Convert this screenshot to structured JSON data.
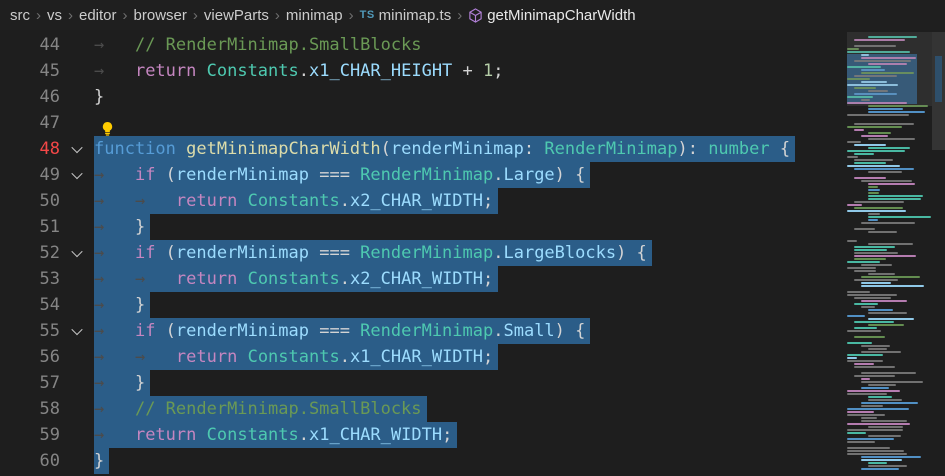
{
  "breadcrumb": {
    "separator": "›",
    "items": [
      {
        "label": "src",
        "icon": null
      },
      {
        "label": "vs",
        "icon": null
      },
      {
        "label": "editor",
        "icon": null
      },
      {
        "label": "browser",
        "icon": null
      },
      {
        "label": "viewParts",
        "icon": null
      },
      {
        "label": "minimap",
        "icon": null
      },
      {
        "label": "minimap.ts",
        "icon": "ts-file-icon"
      },
      {
        "label": "getMinimapCharWidth",
        "icon": "symbol-method-icon"
      }
    ]
  },
  "colors": {
    "background": "#1e1e1e",
    "selection": "#2b5d88",
    "line_number": "#858585",
    "line_number_active": "#f44747",
    "ts_icon": "#519aba",
    "method_icon": "#b180d7",
    "lightbulb": "#ffcc00",
    "syntax": {
      "ws": "#4b4b4b",
      "cm": "#6a9955",
      "kw": "#569cd6",
      "ctrl": "#c586c0",
      "fn": "#dcdcaa",
      "var": "#9cdcfe",
      "type": "#4ec9b0",
      "prop": "#9cdcfe",
      "num": "#b5cea8",
      "pun": "#d4d4d4"
    }
  },
  "editor": {
    "lines": [
      {
        "num": 44,
        "tokens": [
          [
            "ws",
            "→   "
          ],
          [
            "cm",
            "// RenderMinimap.SmallBlocks"
          ]
        ]
      },
      {
        "num": 45,
        "tokens": [
          [
            "ws",
            "→   "
          ],
          [
            "ctrl",
            "return"
          ],
          [
            "pun",
            " "
          ],
          [
            "type",
            "Constants"
          ],
          [
            "pun",
            "."
          ],
          [
            "prop",
            "x1_CHAR_HEIGHT"
          ],
          [
            "pun",
            " + "
          ],
          [
            "num",
            "1"
          ],
          [
            "pun",
            ";"
          ]
        ]
      },
      {
        "num": 46,
        "tokens": [
          [
            "pun",
            "}"
          ]
        ]
      },
      {
        "num": 47,
        "bulb": true,
        "tokens": []
      },
      {
        "num": 48,
        "sel": true,
        "fold": true,
        "active": true,
        "tokens": [
          [
            "kw",
            "function"
          ],
          [
            "pun",
            " "
          ],
          [
            "fn",
            "getMinimapCharWidth"
          ],
          [
            "pun",
            "("
          ],
          [
            "var",
            "renderMinimap"
          ],
          [
            "pun",
            ": "
          ],
          [
            "type",
            "RenderMinimap"
          ],
          [
            "pun",
            "): "
          ],
          [
            "type",
            "number"
          ],
          [
            "pun",
            " {"
          ]
        ]
      },
      {
        "num": 49,
        "sel": true,
        "fold": true,
        "tokens": [
          [
            "ws",
            "→   "
          ],
          [
            "ctrl",
            "if"
          ],
          [
            "pun",
            " ("
          ],
          [
            "var",
            "renderMinimap"
          ],
          [
            "pun",
            " === "
          ],
          [
            "type",
            "RenderMinimap"
          ],
          [
            "pun",
            "."
          ],
          [
            "prop",
            "Large"
          ],
          [
            "pun",
            ") {"
          ]
        ]
      },
      {
        "num": 50,
        "sel": true,
        "tokens": [
          [
            "ws",
            "→   "
          ],
          [
            "ws",
            "→   "
          ],
          [
            "ctrl",
            "return"
          ],
          [
            "pun",
            " "
          ],
          [
            "type",
            "Constants"
          ],
          [
            "pun",
            "."
          ],
          [
            "prop",
            "x2_CHAR_WIDTH"
          ],
          [
            "pun",
            ";"
          ]
        ]
      },
      {
        "num": 51,
        "sel": true,
        "tokens": [
          [
            "ws",
            "→   "
          ],
          [
            "pun",
            "}"
          ]
        ]
      },
      {
        "num": 52,
        "sel": true,
        "fold": true,
        "tokens": [
          [
            "ws",
            "→   "
          ],
          [
            "ctrl",
            "if"
          ],
          [
            "pun",
            " ("
          ],
          [
            "var",
            "renderMinimap"
          ],
          [
            "pun",
            " === "
          ],
          [
            "type",
            "RenderMinimap"
          ],
          [
            "pun",
            "."
          ],
          [
            "prop",
            "LargeBlocks"
          ],
          [
            "pun",
            ") {"
          ]
        ]
      },
      {
        "num": 53,
        "sel": true,
        "tokens": [
          [
            "ws",
            "→   "
          ],
          [
            "ws",
            "→   "
          ],
          [
            "ctrl",
            "return"
          ],
          [
            "pun",
            " "
          ],
          [
            "type",
            "Constants"
          ],
          [
            "pun",
            "."
          ],
          [
            "prop",
            "x2_CHAR_WIDTH"
          ],
          [
            "pun",
            ";"
          ]
        ]
      },
      {
        "num": 54,
        "sel": true,
        "tokens": [
          [
            "ws",
            "→   "
          ],
          [
            "pun",
            "}"
          ]
        ]
      },
      {
        "num": 55,
        "sel": true,
        "fold": true,
        "tokens": [
          [
            "ws",
            "→   "
          ],
          [
            "ctrl",
            "if"
          ],
          [
            "pun",
            " ("
          ],
          [
            "var",
            "renderMinimap"
          ],
          [
            "pun",
            " === "
          ],
          [
            "type",
            "RenderMinimap"
          ],
          [
            "pun",
            "."
          ],
          [
            "prop",
            "Small"
          ],
          [
            "pun",
            ") {"
          ]
        ]
      },
      {
        "num": 56,
        "sel": true,
        "tokens": [
          [
            "ws",
            "→   "
          ],
          [
            "ws",
            "→   "
          ],
          [
            "ctrl",
            "return"
          ],
          [
            "pun",
            " "
          ],
          [
            "type",
            "Constants"
          ],
          [
            "pun",
            "."
          ],
          [
            "prop",
            "x1_CHAR_WIDTH"
          ],
          [
            "pun",
            ";"
          ]
        ]
      },
      {
        "num": 57,
        "sel": true,
        "tokens": [
          [
            "ws",
            "→   "
          ],
          [
            "pun",
            "}"
          ]
        ]
      },
      {
        "num": 58,
        "sel": true,
        "tokens": [
          [
            "ws",
            "→   "
          ],
          [
            "cm",
            "// RenderMinimap.SmallBlocks"
          ]
        ]
      },
      {
        "num": 59,
        "sel": true,
        "tokens": [
          [
            "ws",
            "→   "
          ],
          [
            "ctrl",
            "return"
          ],
          [
            "pun",
            " "
          ],
          [
            "type",
            "Constants"
          ],
          [
            "pun",
            "."
          ],
          [
            "prop",
            "x1_CHAR_WIDTH"
          ],
          [
            "pun",
            ";"
          ]
        ]
      },
      {
        "num": 60,
        "sel": true,
        "tokens": [
          [
            "pun",
            "}"
          ]
        ]
      }
    ]
  }
}
